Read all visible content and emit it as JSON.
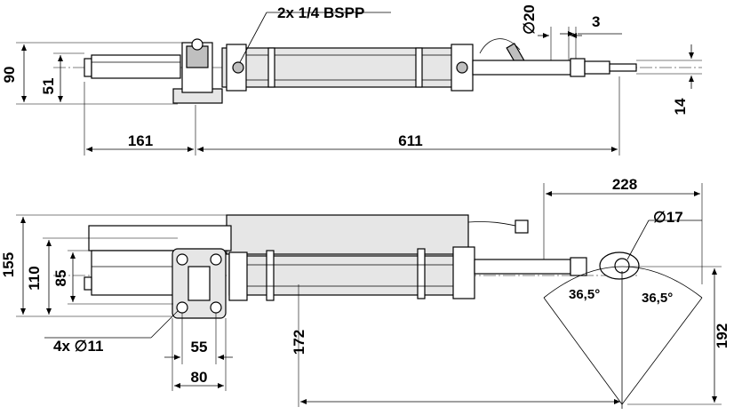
{
  "top_view": {
    "port_label": "2x 1/4 BSPP",
    "dim_height_90": "90",
    "dim_height_51": "51",
    "dim_length_161": "161",
    "dim_length_611": "611",
    "dim_diameter_20": "∅20",
    "dim_3": "3",
    "dim_14": "14"
  },
  "side_view": {
    "dim_228": "228",
    "dim_diameter_17": "∅17",
    "dim_155": "155",
    "dim_110": "110",
    "dim_85": "85",
    "dim_holes": "4x ∅11",
    "dim_55": "55",
    "dim_80": "80",
    "dim_172": "172",
    "dim_angle_left": "36,5°",
    "dim_angle_right": "36,5°",
    "dim_192": "192"
  }
}
